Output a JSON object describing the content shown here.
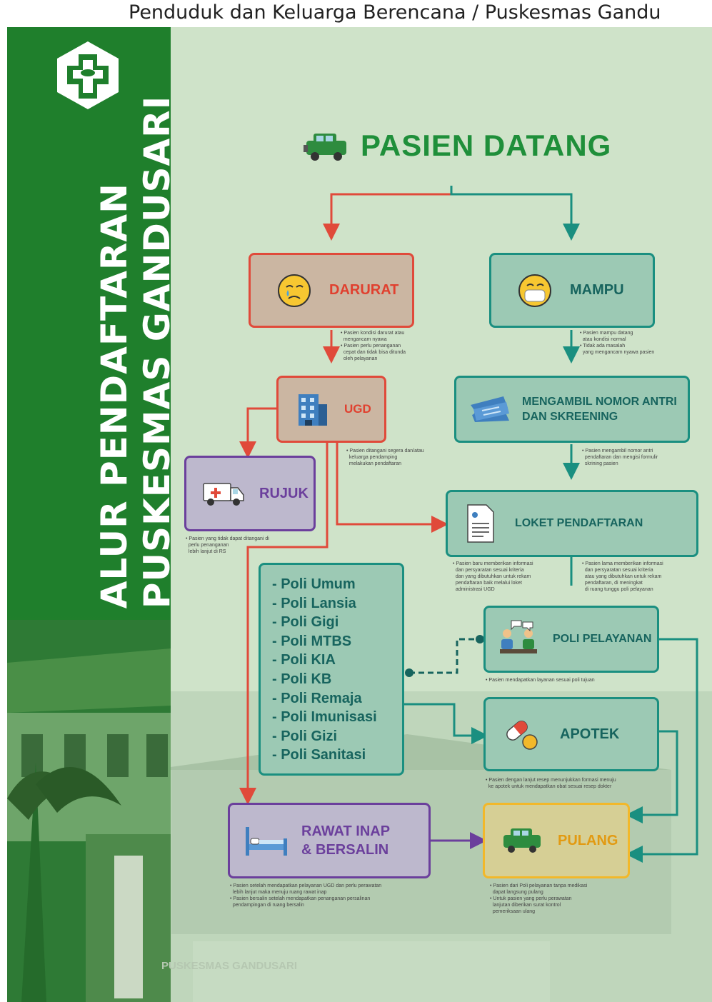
{
  "header": {
    "text": "Penduduk dan Keluarga Berencana / Puskesmas Gandu"
  },
  "poster": {
    "title_line1": "ALUR PENDAFTARAN",
    "title_line2": "PUSKESMAS GANDUSARI",
    "building_sign": "PUSKESMAS GANDUSARI",
    "colors": {
      "green": "#1f7f2c",
      "red": "#e04a3a",
      "teal": "#1a8f80",
      "purple": "#6b3f9c",
      "gold": "#f2b82a",
      "background": "#cfe3c9"
    }
  },
  "flow": {
    "start": "PASIEN DATANG",
    "darurat": "DARURAT",
    "mampu": "MAMPU",
    "ugd": "UGD",
    "antri_line1": "MENGAMBIL NOMOR ANTRI",
    "antri_line2": "DAN SKREENING",
    "rujuk": "RUJUK",
    "loket": "LOKET PENDAFTARAN",
    "poli_pelayanan": "POLI PELAYANAN",
    "apotek": "APOTEK",
    "rawat_line1": "RAWAT INAP",
    "rawat_line2": "& BERSALIN",
    "pulang": "PULANG"
  },
  "poli_list": [
    "- Poli Umum",
    "- Poli Lansia",
    "- Poli Gigi",
    "- Poli MTBS",
    "- Poli KIA",
    "- Poli KB",
    "- Poli Remaja",
    "- Poli Imunisasi",
    "- Poli Gizi",
    "- Poli Sanitasi"
  ],
  "icons": [
    "car-icon",
    "crying-face-icon",
    "mask-face-icon",
    "hospital-building-icon",
    "ticket-icon",
    "ambulance-icon",
    "document-icon",
    "consultation-icon",
    "pills-icon",
    "bed-icon",
    "car-icon"
  ]
}
